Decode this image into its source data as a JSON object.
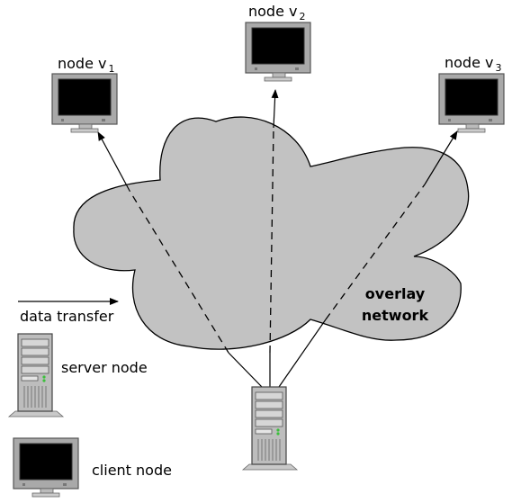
{
  "nodes": [
    {
      "label": "node v",
      "sub": "1"
    },
    {
      "label": "node v",
      "sub": "2"
    },
    {
      "label": "node v",
      "sub": "3"
    }
  ],
  "cloud": {
    "line1": "overlay",
    "line2": "network"
  },
  "legend": {
    "data_transfer": "data transfer",
    "server": "server node",
    "client": "client node"
  },
  "colors": {
    "cloud_fill": "#c2c2c2",
    "monitor_bezel": "#a9a9a9",
    "screen": "#000000",
    "server_body": "#bdbdbd",
    "led_green": "#3bbf3b"
  }
}
